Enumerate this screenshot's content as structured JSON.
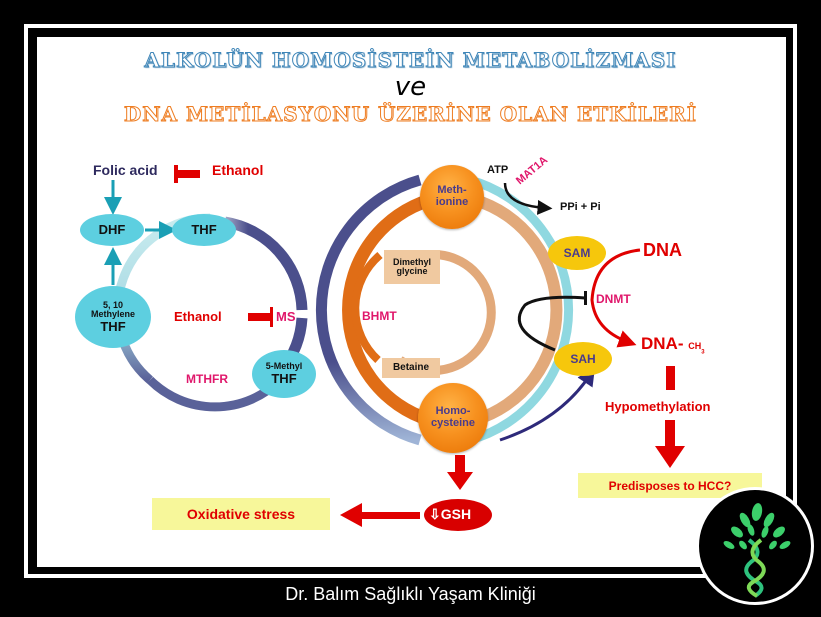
{
  "title": {
    "line1": "ALKOLÜN HOMOSİSTEİN METABOLİZMASI",
    "connector": "ve",
    "line2": "DNA METİLASYONU ÜZERİNE OLAN ETKİLERİ"
  },
  "folate_cycle": {
    "folic_acid": "Folic acid",
    "ethanol_top": "Ethanol",
    "dhf": "DHF",
    "thf": "THF",
    "methylene_thf": [
      "5, 10",
      "Methylene",
      "THF"
    ],
    "methyl_thf": [
      "5-Methyl",
      "THF"
    ],
    "ethanol_mid": "Ethanol",
    "ms": "MS",
    "mthfr": "MTHFR"
  },
  "methionine_cycle": {
    "methionine": [
      "Meth-",
      "ionine"
    ],
    "homocysteine": [
      "Homo-",
      "cysteine"
    ],
    "dimethylglycine": [
      "Dimethyl",
      "glycine"
    ],
    "betaine": "Betaine",
    "bhmt": "BHMT",
    "atp": "ATP",
    "mat1a": "MAT1A",
    "ppi": "PPi + Pi",
    "sam": "SAM",
    "sah": "SAH"
  },
  "dna_pathway": {
    "dna": "DNA",
    "dnmt": "DNMT",
    "dna_ch3": "DNA-",
    "ch3": "CH",
    "ch3_sub": "3",
    "hypomethylation": "Hypomethylation",
    "hcc": "Predisposes to HCC?"
  },
  "gsh_pathway": {
    "gsh": "⇩GSH",
    "oxidative_stress": "Oxidative stress"
  },
  "colors": {
    "cyan_node": "#5dcfe0",
    "navy_arc": "#4b4f8c",
    "orange": "#f7911f",
    "tan": "#e2a97a",
    "light_blue_arc": "#8fd8e0",
    "red": "#e00000",
    "magenta": "#e0176b",
    "yellow_node": "#f6c70c",
    "highlight_box": "#f7f79a"
  },
  "footer": {
    "clinic_name": "Dr. Balım Sağlıklı Yaşam Kliniği"
  },
  "logo": {
    "icon": "dna-tree-icon"
  }
}
